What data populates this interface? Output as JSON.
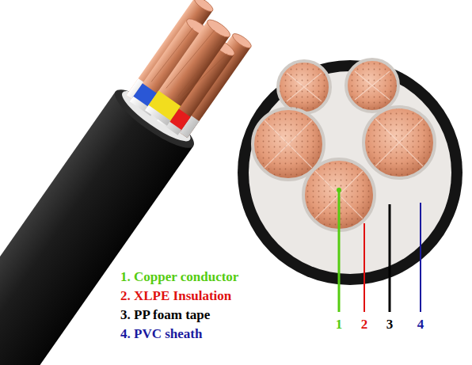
{
  "diagram": {
    "labels": [
      "1. Copper conductor",
      "2. XLPE Insulation",
      "3. PP foam tape",
      "4. PVC sheath",
      "1",
      "2",
      "3",
      "4"
    ]
  }
}
